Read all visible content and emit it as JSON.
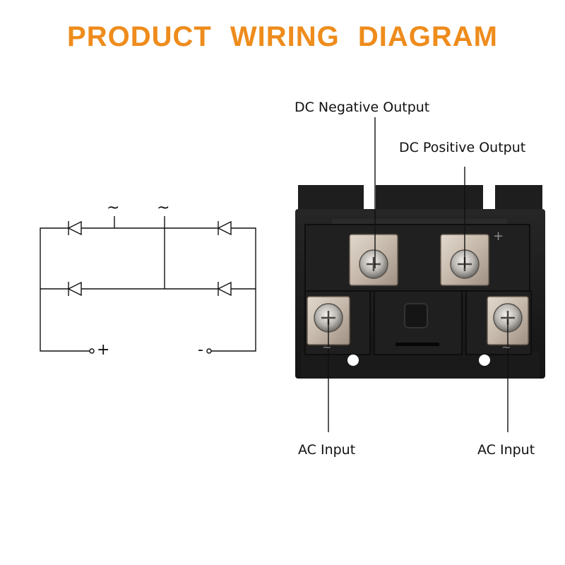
{
  "title": "PRODUCT  WIRING  DIAGRAM",
  "colors": {
    "title": "#ee8c1c",
    "module_body": "#1c1c1c",
    "terminal_metal": "#c9beb2"
  },
  "schematic": {
    "ac_symbol_left": "~",
    "ac_symbol_right": "~",
    "plus_symbol": "+",
    "minus_symbol": "-"
  },
  "labels": {
    "dc_negative_output": "DC Negative Output",
    "dc_positive_output": "DC Positive Output",
    "ac_input_left": "AC Input",
    "ac_input_right": "AC Input"
  },
  "module": {
    "positive_mark": "+",
    "negative_mark_left": "~",
    "negative_mark_right": "~"
  }
}
